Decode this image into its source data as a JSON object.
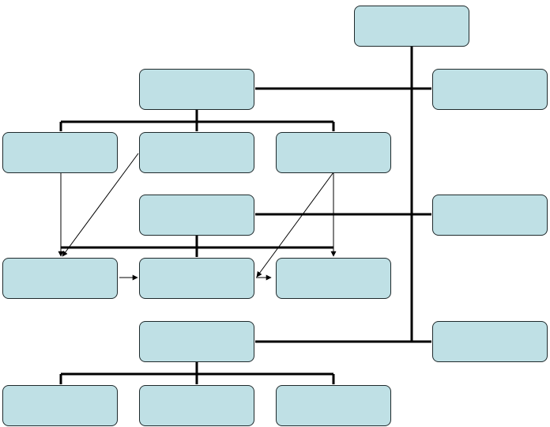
{
  "diagram": {
    "type": "org-chart",
    "box_fill": "#bfe0e5",
    "line_color": "#000000",
    "nodes": [
      {
        "id": "top",
        "label": ""
      },
      {
        "id": "right-1",
        "label": ""
      },
      {
        "id": "right-2",
        "label": ""
      },
      {
        "id": "right-3",
        "label": ""
      },
      {
        "id": "manager-1",
        "label": ""
      },
      {
        "id": "manager-2",
        "label": ""
      },
      {
        "id": "manager-3",
        "label": ""
      },
      {
        "id": "row1-left",
        "label": ""
      },
      {
        "id": "row1-center",
        "label": ""
      },
      {
        "id": "row1-right",
        "label": ""
      },
      {
        "id": "row2-left",
        "label": ""
      },
      {
        "id": "row2-center",
        "label": ""
      },
      {
        "id": "row2-right",
        "label": ""
      },
      {
        "id": "row3-left",
        "label": ""
      },
      {
        "id": "row3-center",
        "label": ""
      },
      {
        "id": "row3-right",
        "label": ""
      }
    ],
    "edges": [
      {
        "from": "top",
        "to": "right-1",
        "style": "thick"
      },
      {
        "from": "top",
        "to": "right-2",
        "style": "thick"
      },
      {
        "from": "top",
        "to": "right-3",
        "style": "thick"
      },
      {
        "from": "top",
        "to": "manager-1",
        "style": "thick"
      },
      {
        "from": "top",
        "to": "manager-2",
        "style": "thick"
      },
      {
        "from": "top",
        "to": "manager-3",
        "style": "thick"
      },
      {
        "from": "manager-1",
        "to": "row1-left",
        "style": "thick"
      },
      {
        "from": "manager-1",
        "to": "row1-center",
        "style": "thick"
      },
      {
        "from": "manager-1",
        "to": "row1-right",
        "style": "thick"
      },
      {
        "from": "manager-2",
        "to": "row2-left",
        "style": "thick"
      },
      {
        "from": "manager-2",
        "to": "row2-center",
        "style": "thick"
      },
      {
        "from": "manager-2",
        "to": "row2-right",
        "style": "thick"
      },
      {
        "from": "manager-3",
        "to": "row3-left",
        "style": "thick"
      },
      {
        "from": "manager-3",
        "to": "row3-center",
        "style": "thick"
      },
      {
        "from": "manager-3",
        "to": "row3-right",
        "style": "thick"
      },
      {
        "from": "row1-left",
        "to": "row2-left",
        "style": "arrow"
      },
      {
        "from": "row1-center",
        "to": "row2-left",
        "style": "arrow"
      },
      {
        "from": "row1-right",
        "to": "row2-right",
        "style": "arrow"
      },
      {
        "from": "row1-right",
        "to": "row2-center",
        "style": "arrow"
      },
      {
        "from": "row2-left",
        "to": "row2-center",
        "style": "arrow"
      },
      {
        "from": "row2-center",
        "to": "row2-right",
        "style": "arrow"
      }
    ]
  }
}
